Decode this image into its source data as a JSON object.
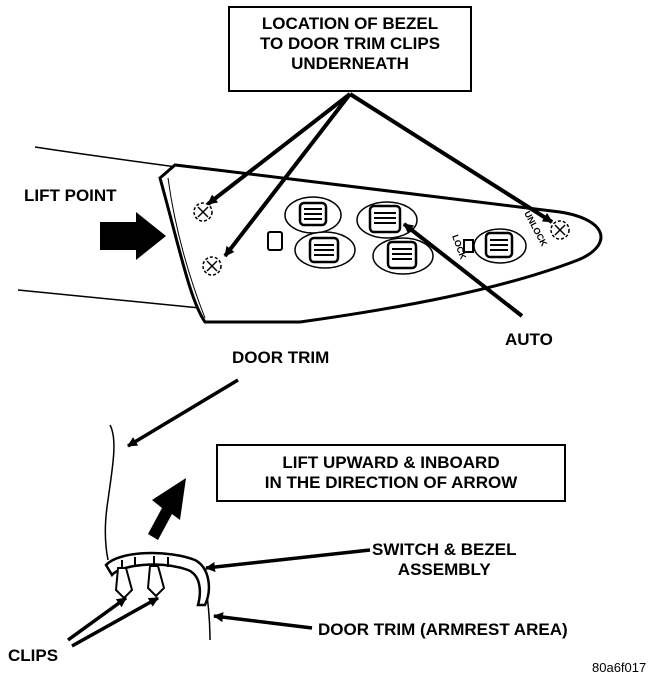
{
  "callouts": {
    "bezel_clips": {
      "line1": "LOCATION OF BEZEL",
      "line2": "TO DOOR TRIM CLIPS",
      "line3": "UNDERNEATH"
    },
    "lift_instruction": {
      "line1": "LIFT UPWARD & INBOARD",
      "line2": "IN THE DIRECTION OF ARROW"
    }
  },
  "labels": {
    "lift_point": "LIFT POINT",
    "auto": "AUTO",
    "door_trim": "DOOR TRIM",
    "switch_bezel_line1": "SWITCH & BEZEL",
    "switch_bezel_line2": "ASSEMBLY",
    "door_trim_armrest": "DOOR TRIM (ARMREST AREA)",
    "clips": "CLIPS",
    "panel_unlock": "UNLOCK",
    "panel_lock": "LOCK"
  },
  "figure_code": "80a6f017"
}
